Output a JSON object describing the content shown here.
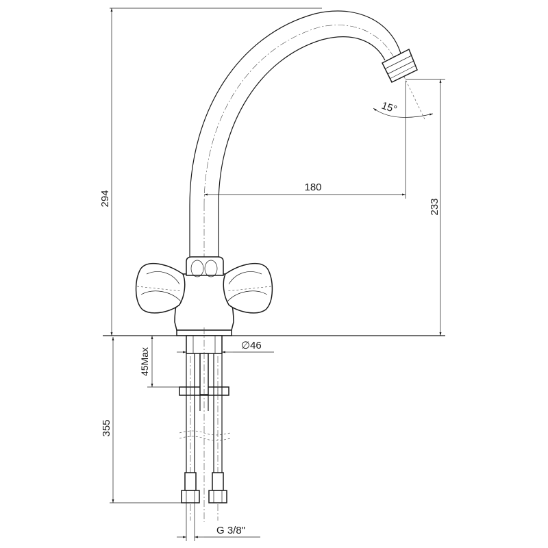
{
  "dimensions": {
    "total_height": "294",
    "spout_reach": "180",
    "spout_height": "233",
    "base_diameter": "46",
    "max_thickness": "45Max",
    "hose_length": "355",
    "connection_thread": "G 3/8\"",
    "aerator_angle": "15°"
  },
  "symbols": {
    "diameter": "∅"
  }
}
